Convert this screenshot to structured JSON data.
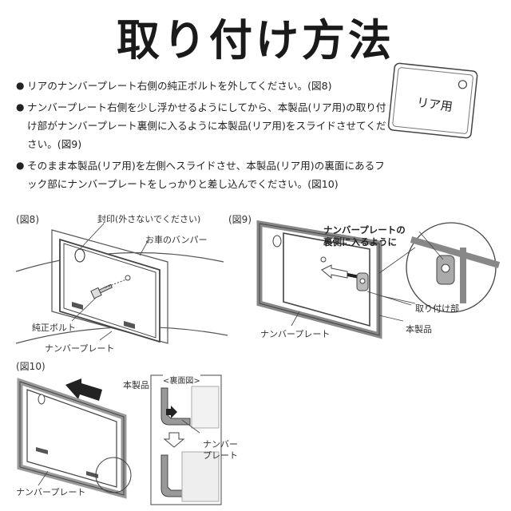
{
  "title": "取り付け方法",
  "instructions": [
    "リアのナンバープレート右側の純正ボルトを外してください。(図8)",
    "ナンバープレート右側を少し浮かせるようにしてから、本製品(リア用)の取り付け部がナンバープレート裏側に入るように本製品(リア用)をスライドさせてください。(図9)",
    "そのまま本製品(リア用)を左側へスライドさせ、本製品(リア用)の裏面にあるフック部にナンバープレートをしっかりと差し込んでください。(図10)"
  ],
  "bullet_glyph": "●",
  "product_label": "リア用",
  "fig8": {
    "caption": "(図8)",
    "seal_label": "封印(外さないでください)",
    "bumper_label": "お車のバンパー",
    "bolt_label": "純正ボルト",
    "plate_label": "ナンバープレート"
  },
  "fig9": {
    "caption": "(図9)",
    "callout_line1": "ナンバープレートの",
    "callout_line2": "裏側に入るように",
    "mount_label": "取り付け部",
    "product_label": "本製品",
    "plate_label": "ナンバープレート"
  },
  "fig10": {
    "caption": "(図10)",
    "product_label": "本製品",
    "back_view_label": "<裏面図>",
    "plate_line1": "ナンバー",
    "plate_line2": "プレート",
    "plate_label": "ナンバープレート"
  }
}
